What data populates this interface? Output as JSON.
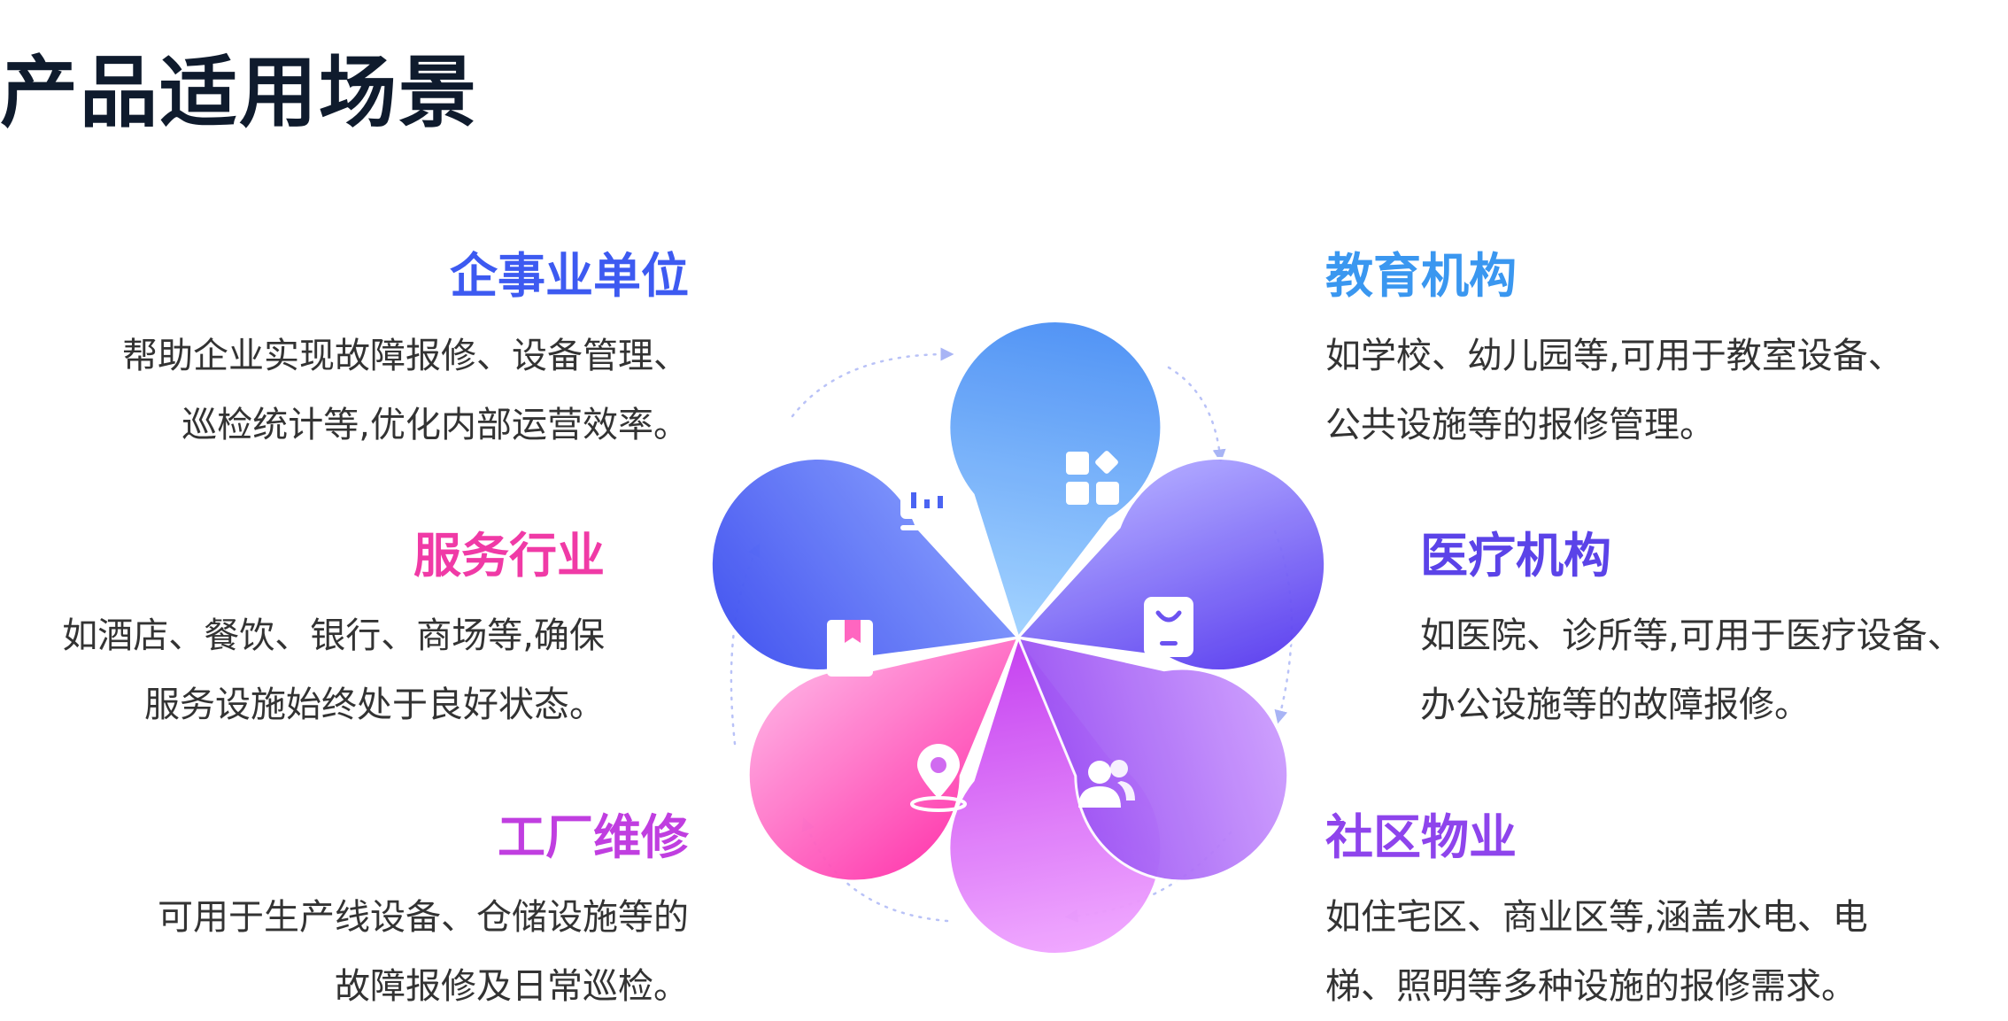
{
  "page": {
    "title": "产品适用场景"
  },
  "scenarios": {
    "enterprise": {
      "title": "企事业单位",
      "lines": [
        "帮助企业实现故障报修、设备管理、",
        "巡检统计等,优化内部运营效率。"
      ],
      "color": "#3d5af1",
      "icon": "monitor-icon"
    },
    "education": {
      "title": "教育机构",
      "lines": [
        "如学校、幼儿园等,可用于教室设备、",
        "公共设施等的报修管理。"
      ],
      "color": "#3a97f0",
      "icon": "apps-grid-icon"
    },
    "medical": {
      "title": "医疗机构",
      "lines": [
        "如医院、诊所等,可用于医疗设备、",
        "办公设施等的故障报修。"
      ],
      "color": "#5b43e8",
      "icon": "tablet-icon"
    },
    "community": {
      "title": "社区物业",
      "lines": [
        "如住宅区、商业区等,涵盖水电、电",
        "梯、照明等多种设施的报修需求。"
      ],
      "color": "#8e44ec",
      "icon": "users-icon"
    },
    "factory": {
      "title": "工厂维修",
      "lines": [
        "可用于生产线设备、仓储设施等的",
        "故障报修及日常巡检。"
      ],
      "color": "#c03ee0",
      "icon": "location-pin-icon"
    },
    "service": {
      "title": "服务行业",
      "lines": [
        "如酒店、餐饮、银行、商场等,确保",
        "服务设施始终处于良好状态。"
      ],
      "color": "#f03aa6",
      "icon": "bookmark-book-icon"
    }
  }
}
